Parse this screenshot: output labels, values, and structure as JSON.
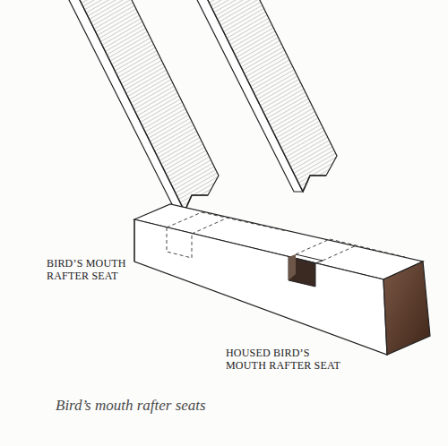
{
  "diagram": {
    "caption": "Bird’s mouth rafter seats",
    "labels": [
      "BIRD’S MOUTH RAFTER SEAT",
      "HOUSED BIRD’S MOUTH RAFTER SEAT"
    ]
  }
}
